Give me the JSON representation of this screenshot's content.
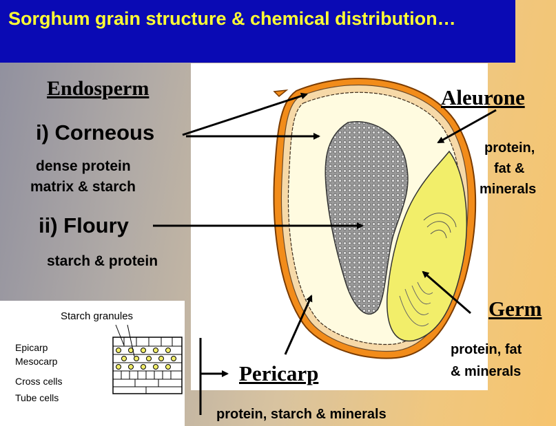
{
  "title": "Sorghum grain structure & chemical distribution…",
  "labels": {
    "endosperm": "Endosperm",
    "corneous": "i) Corneous",
    "corneous_desc_1": "dense protein",
    "corneous_desc_2": "matrix & starch",
    "floury": "ii) Floury",
    "floury_desc": "starch & protein",
    "aleurone": "Aleurone",
    "aleurone_desc_1": "protein,",
    "aleurone_desc_2": "fat &",
    "aleurone_desc_3": "minerals",
    "germ": "Germ",
    "germ_desc_1": "protein, fat",
    "germ_desc_2": "& minerals",
    "pericarp": "Pericarp",
    "pericarp_desc": "protein, starch & minerals"
  },
  "inset": {
    "starch_granules": "Starch granules",
    "layers": [
      "Epicarp",
      "Mesocarp",
      "Cross cells",
      "Tube cells"
    ]
  },
  "colors": {
    "title_bar": "#0a0ab4",
    "title_text": "#ffff33",
    "pericarp": "#f28c1a",
    "endosperm_corneous": "#fffbe0",
    "floury": "#8c8c8c",
    "germ": "#f2ee6a"
  }
}
